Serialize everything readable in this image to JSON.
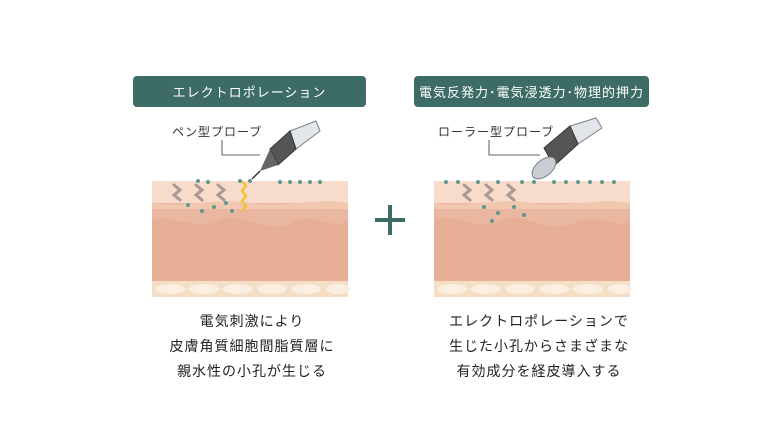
{
  "left": {
    "badge": "エレクトロポレーション",
    "probe_label": "ペン型プローブ",
    "caption": [
      "電気刺激により",
      "皮膚角質細胞間脂質層に",
      "親水性の小孔が生じる"
    ]
  },
  "right": {
    "badge": "電気反発力･電気浸透力･物理的押力",
    "probe_label": "ローラー型プローブ",
    "caption": [
      "エレクトロポレーションで",
      "生じた小孔からさまざまな",
      "有効成分を経皮導入する"
    ]
  },
  "colors": {
    "badge_bg": "#3d6b65",
    "dermis": "#e8b59c",
    "epidermis": "#f6d9c8",
    "fat": "#f5e2c9",
    "dots": "#5a9a8f",
    "squiggle": "#a99894",
    "spark": "#f2c232",
    "plus": "#3d6b65"
  }
}
